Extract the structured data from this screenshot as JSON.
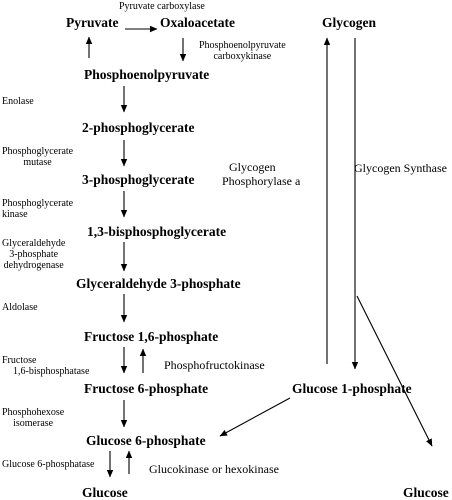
{
  "nodes": {
    "pyruvate": "Pyruvate",
    "oxaloacetate": "Oxaloacetate",
    "pep": "Phosphoenolpyruvate",
    "pg2": "2-phosphoglycerate",
    "pg3": "3-phosphoglycerate",
    "bpg": "1,3-bisphosphoglycerate",
    "g3p": "Glyceraldehyde 3-phosphate",
    "f16": "Fructose 1,6-phosphate",
    "f6p": "Fructose 6-phosphate",
    "g6p": "Glucose 6-phosphate",
    "glucose_left": "Glucose",
    "glycogen": "Glycogen",
    "g1p": "Glucose 1-phosphate",
    "glucose_right": "Glucose"
  },
  "enzymes": {
    "pyruvate_carboxylase": "Pyruvate carboxylase",
    "pepck": [
      "Phosphoenolpyruvate",
      "carboxykinase"
    ],
    "enolase": "Enolase",
    "pgm": [
      "Phosphoglycerate",
      "mutase"
    ],
    "pgk": [
      "Phosphoglycerate",
      "kinase"
    ],
    "gapdh": [
      "Glyceraldehyde",
      "3-phosphate",
      "dehydrogenase"
    ],
    "aldolase": "Aldolase",
    "fbpase": [
      "Fructose",
      "1,6-bisphosphatase"
    ],
    "pfk": "Phosphofructokinase",
    "phi": [
      "Phosphohexose",
      "isomerase"
    ],
    "g6pase": "Glucose 6-phosphatase",
    "glucokinase": "Glucokinase or hexokinase",
    "glycogen_phosphorylase": [
      "Glycogen",
      "Phosphorylase a"
    ],
    "glycogen_synthase": "Glycogen Synthase"
  }
}
